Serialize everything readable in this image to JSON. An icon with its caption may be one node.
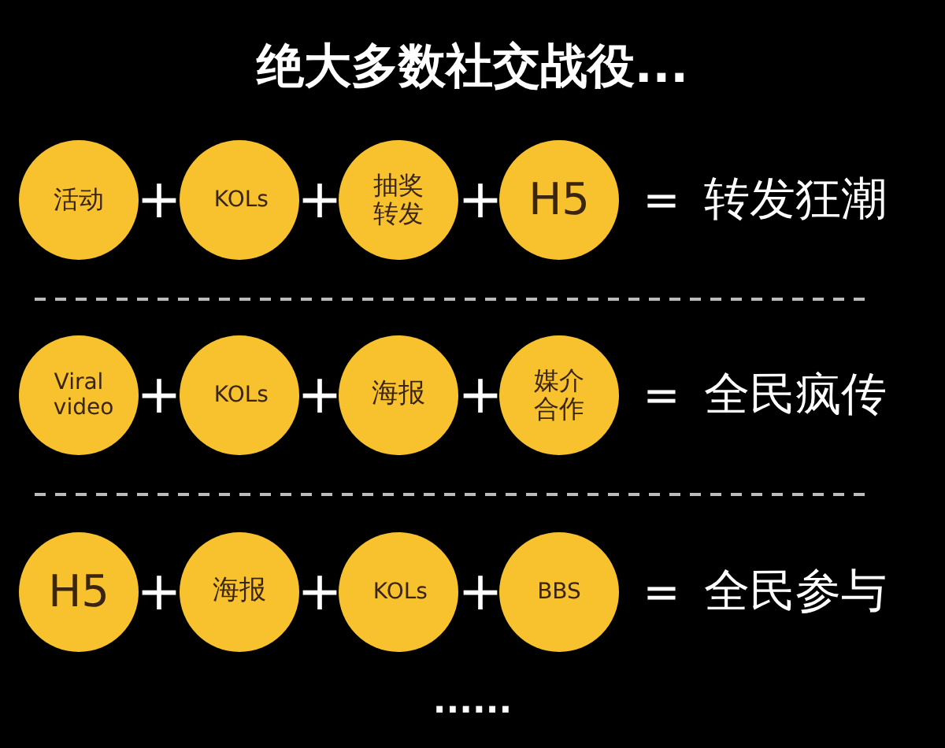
{
  "diagram": {
    "title": "绝大多数社交战役...",
    "nodes": [
      {
        "text": [
          "活动"
        ]
      },
      {
        "text": [
          "KOLs"
        ]
      },
      {
        "text": [
          "抽奖转发"
        ]
      },
      {
        "text": [
          "H5"
        ]
      },
      {
        "text": [
          "Viral video"
        ]
      },
      {
        "text": [
          "KOLs"
        ]
      },
      {
        "text": [
          "海报"
        ]
      },
      {
        "text": [
          "媒介合作"
        ]
      },
      {
        "text": [
          "H5"
        ]
      },
      {
        "text": [
          "海报"
        ]
      },
      {
        "text": [
          "KOLs"
        ]
      },
      {
        "text": [
          "BBS"
        ]
      }
    ],
    "labels": [
      "+",
      "+",
      "+",
      "=",
      "转发狂潮",
      "+",
      "+",
      "+",
      "=",
      "全民疯传",
      "+",
      "+",
      "+",
      "=",
      "全民参与",
      "......"
    ]
  }
}
